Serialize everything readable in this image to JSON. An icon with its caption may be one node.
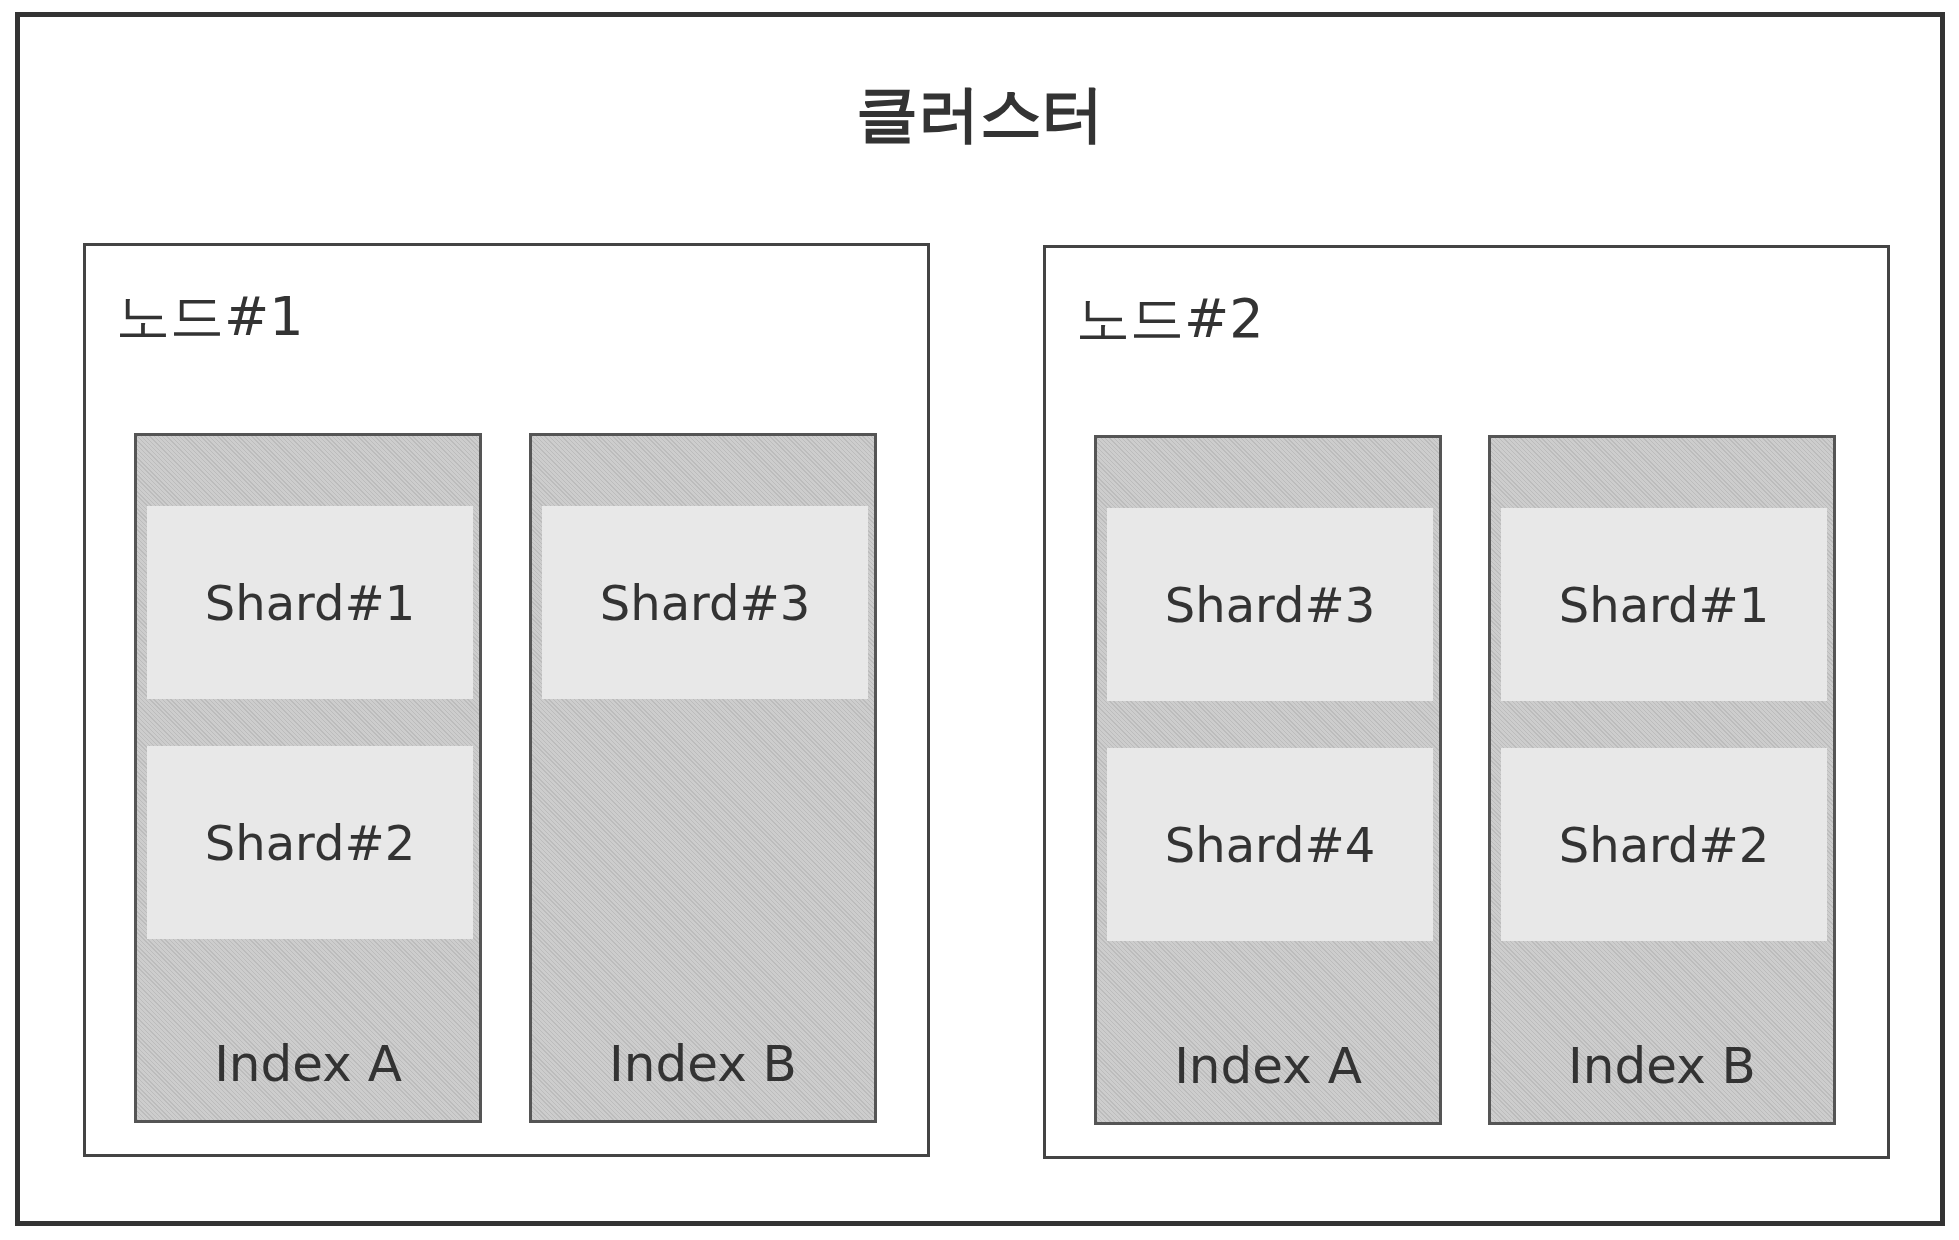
{
  "diagram": {
    "nodes": [
      {
        "text": [
          "클러스터"
        ]
      },
      {
        "text": [
          "노드#1"
        ],
        "in": 0
      },
      {
        "text": [
          "Index A"
        ],
        "in": 1
      },
      {
        "text": [
          "Shard#1"
        ],
        "in": 2
      },
      {
        "text": [
          "Shard#2"
        ],
        "in": 2
      },
      {
        "text": [
          "Index B"
        ],
        "in": 1
      },
      {
        "text": [
          "Shard#3"
        ],
        "in": 5
      },
      {
        "text": [
          "노드#2"
        ],
        "in": 0
      },
      {
        "text": [
          "Index A"
        ],
        "in": 7
      },
      {
        "text": [
          "Shard#3"
        ],
        "in": 8
      },
      {
        "text": [
          "Shard#4"
        ],
        "in": 8
      },
      {
        "text": [
          "Index B"
        ],
        "in": 7
      },
      {
        "text": [
          "Shard#1"
        ],
        "in": 11
      },
      {
        "text": [
          "Shard#2"
        ],
        "in": 11
      }
    ]
  }
}
